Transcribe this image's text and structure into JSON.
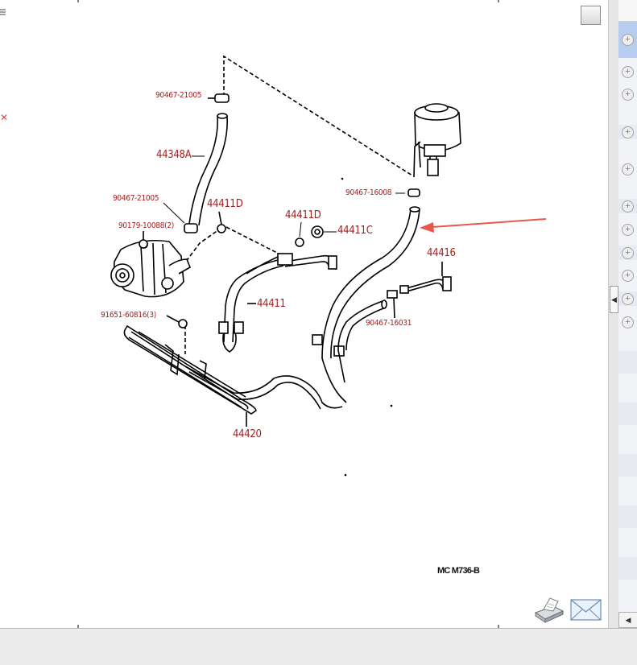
{
  "parts": {
    "clamp_upper": "90467-21005",
    "hose_return": "44348A",
    "clamp_lower": "90467-21005",
    "union_left": "44411D",
    "bolt_pump": "90179-10088(2)",
    "union_right": "44411D",
    "union_c": "44411C",
    "clamp_reservoir": "90467-16008",
    "pressure_tube": "44411",
    "return_tube": "44416",
    "clamp_return": "90467-16031",
    "bolt_cooler": "91651-60816(3)",
    "cooler": "44420"
  },
  "diagram_code": "MC M736-B",
  "icons": {
    "print": "printer-icon",
    "mail": "mail-icon",
    "maximize": "maximize-icon",
    "zoom": "zoom-in-icon",
    "splitter": "collapse-left-icon",
    "scroll": "scroll-left-icon"
  },
  "colors": {
    "label": "#a32020",
    "arrow": "#e8574c"
  }
}
